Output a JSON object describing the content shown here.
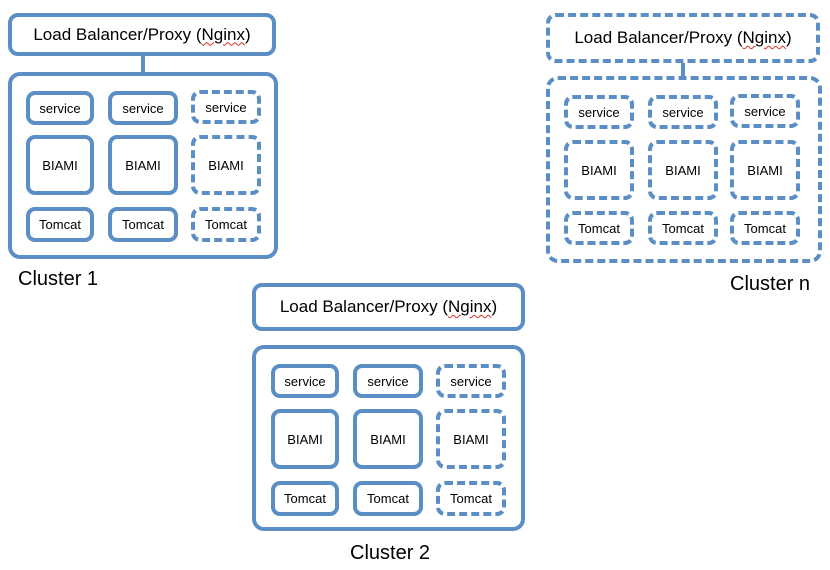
{
  "accent_color": "#5b8ec4",
  "lb_prefix": "Load Balancer/Proxy (",
  "lb_word": "Nginx",
  "lb_suffix": ")",
  "cells": {
    "service": "service",
    "biami": "BIAMI",
    "tomcat": "Tomcat"
  },
  "clusters": {
    "c1": "Cluster 1",
    "c2": "Cluster 2",
    "cn": "Cluster n"
  }
}
